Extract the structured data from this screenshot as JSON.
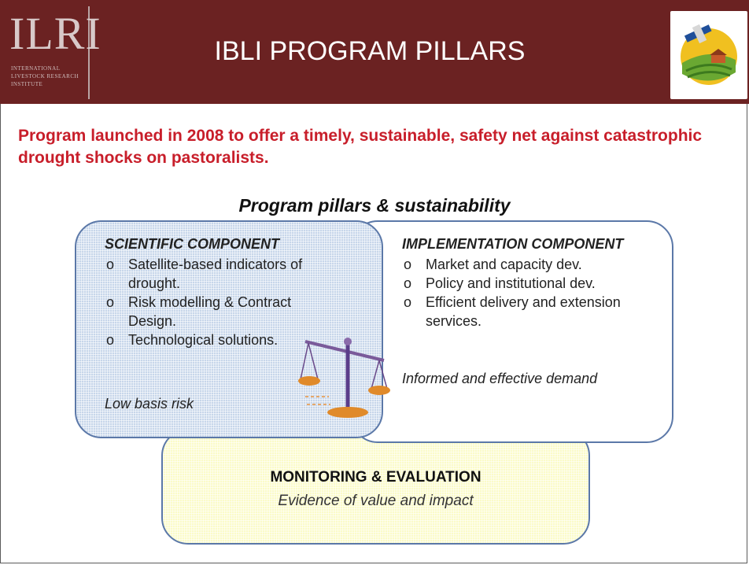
{
  "header": {
    "logo_text": "ILRI",
    "logo_subtitle": "INTERNATIONAL LIVESTOCK RESEARCH INSTITUTE",
    "title": "IBLI PROGRAM PILLARS",
    "colors": {
      "band": "#6b2222",
      "title": "#ffffff"
    }
  },
  "intro": "Program launched in 2008 to offer a timely, sustainable, safety net against catastrophic drought shocks on pastoralists.",
  "pillars_heading": "Program pillars & sustainability",
  "scientific": {
    "title": "SCIENTIFIC COMPONENT",
    "items": [
      "Satellite-based indicators of drought.",
      "Risk modelling & Contract Design.",
      "Technological solutions."
    ],
    "note": "Low basis risk"
  },
  "implementation": {
    "title": "IMPLEMENTATION COMPONENT",
    "items": [
      "Market and capacity dev.",
      "Policy and institutional dev.",
      "Efficient delivery and extension services."
    ],
    "note": "Informed and effective demand"
  },
  "monitoring": {
    "title": "MONITORING & EVALUATION",
    "subtitle": "Evidence of value and impact"
  },
  "icons": [
    "ilri-logo",
    "ibli-logo-icon",
    "balance-scale-icon"
  ],
  "colors": {
    "intro_text": "#c81e2a",
    "scientific_fill": "#c7d6ea",
    "monitoring_fill": "#fbfbc8",
    "box_border": "#5b78a8"
  }
}
